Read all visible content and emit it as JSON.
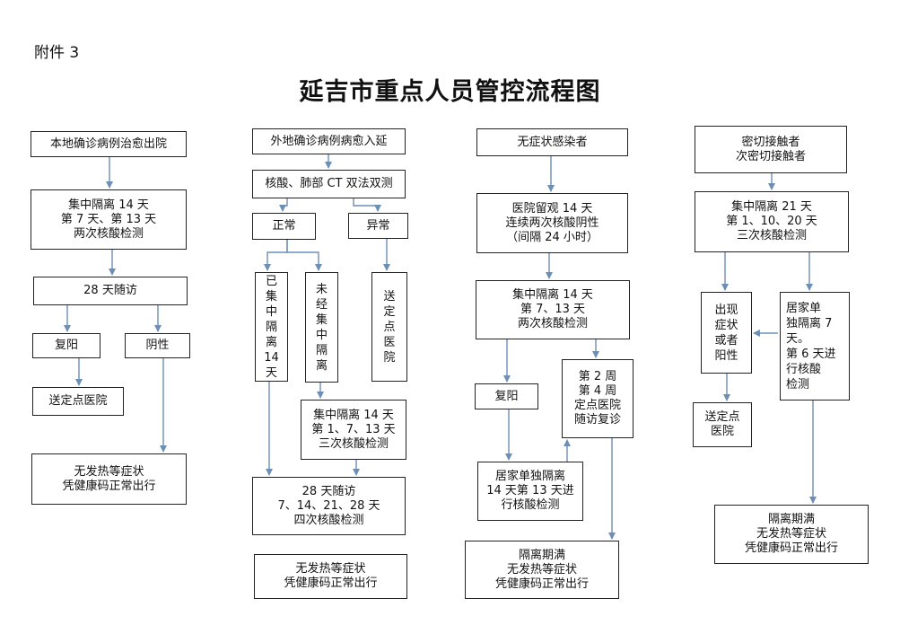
{
  "attachment": "附件 3",
  "title": "延吉市重点人员管控流程图",
  "col1": {
    "start": "本地确诊病例治愈出院",
    "quarantine": [
      "集中隔离 14 天",
      "第 7 天、第 13 天",
      "两次核酸检测"
    ],
    "followup": "28 天随访",
    "positive": "复阳",
    "negative": "阴性",
    "hospital": "送定点医院",
    "exit": [
      "无发热等症状",
      "凭健康码正常出行"
    ]
  },
  "col2": {
    "start": "外地确诊病例病愈入延",
    "test": "核酸、肺部 CT 双法双测",
    "normal": "正常",
    "abnormal": "异常",
    "quarantined": "已集中隔离14天",
    "not_quarantined": "未经集中隔离",
    "hospital": "送定点医院",
    "quarantine": [
      "集中隔离 14 天",
      "第 1、7、13 天",
      "三次核酸检测"
    ],
    "followup": [
      "28 天随访",
      "7、14、21、28 天",
      "四次核酸检测"
    ],
    "exit": [
      "无发热等症状",
      "凭健康码正常出行"
    ]
  },
  "col3": {
    "start": "无症状感染者",
    "observe": [
      "医院留观 14 天",
      "连续两次核酸阴性",
      "（间隔 24 小时）"
    ],
    "quarantine": [
      "集中隔离 14 天",
      "第 7、13 天",
      "两次核酸检测"
    ],
    "positive": "复阳",
    "weeks": [
      "第 2 周",
      "第 4 周",
      "定点医院",
      "随访复诊"
    ],
    "home": [
      "居家单独隔离",
      "14 天第 13 天进",
      "行核酸检测"
    ],
    "exit": [
      "隔离期满",
      "无发热等症状",
      "凭健康码正常出行"
    ]
  },
  "col4": {
    "start": [
      "密切接触者",
      "次密切接触者"
    ],
    "quarantine": [
      "集中隔离 21 天",
      "第 1、10、20 天",
      "三次核酸检测"
    ],
    "symptom": [
      "出现",
      "症状",
      "或者",
      "阳性"
    ],
    "home": [
      "居家单",
      "独隔离 7",
      "天。",
      "第 6 天进",
      "行核酸",
      "检测"
    ],
    "hospital": [
      "送定点",
      "医院"
    ],
    "exit": [
      "隔离期满",
      "无发热等症状",
      "凭健康码正常出行"
    ]
  },
  "colors": {
    "arrow": "#6d8fb5",
    "border": "#222222"
  }
}
